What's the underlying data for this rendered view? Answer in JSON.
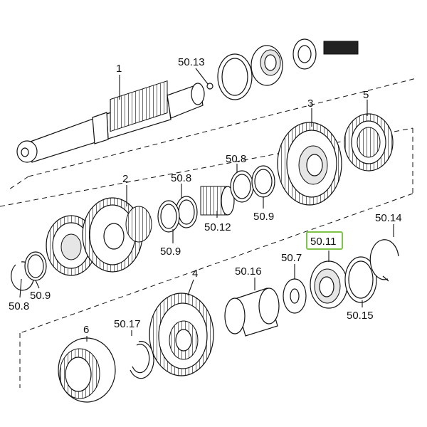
{
  "labels": {
    "p1": "1",
    "p2": "2",
    "p3": "3",
    "p4": "4",
    "p5": "5",
    "p6": "6",
    "p50_13": "50.13",
    "p50_8a": "50.8",
    "p50_8b": "50.8",
    "p50_8c": "50.8",
    "p50_9a": "50.9",
    "p50_9b": "50.9",
    "p50_9c": "50.9",
    "p50_12": "50.12",
    "p50_16": "50.16",
    "p50_7": "50.7",
    "p50_11": "50.11",
    "p50_14": "50.14",
    "p50_15": "50.15",
    "p50_17": "50.17"
  },
  "highlight": {
    "label_key": "p50_11",
    "color": "#7ec44a"
  }
}
